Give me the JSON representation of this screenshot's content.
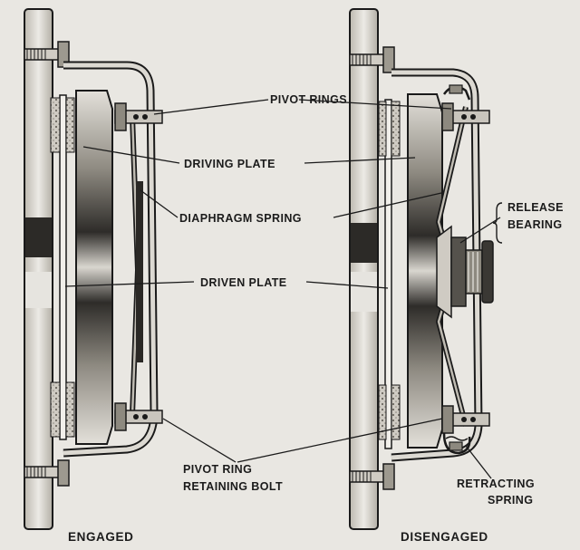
{
  "labels": {
    "pivot_rings": "PIVOT RINGS",
    "driving_plate": "DRIVING PLATE",
    "diaphragm_spring": "DIAPHRAGM SPRING",
    "driven_plate": "DRIVEN PLATE",
    "release_bearing_line1": "RELEASE",
    "release_bearing_line2": "BEARING",
    "pivot_ring_bolt_line1": "PIVOT RING",
    "pivot_ring_bolt_line2": "RETAINING BOLT",
    "retracting_spring_line1": "RETRACTING",
    "retracting_spring_line2": "SPRING"
  },
  "captions": {
    "engaged": "ENGAGED",
    "disengaged": "DISENGAGED"
  },
  "colors": {
    "paper": "#e9e7e2",
    "ink": "#1a1a1a",
    "metal_light": "#d9d6cf",
    "metal_mid": "#a9a59c",
    "metal_dark": "#3a3834"
  }
}
